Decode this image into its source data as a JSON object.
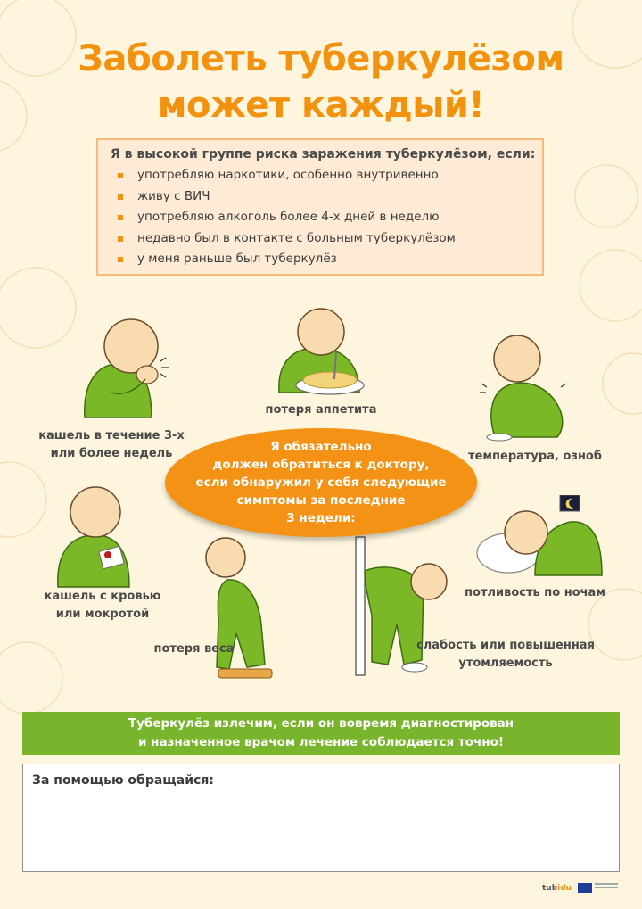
{
  "title": {
    "line1": "Заболеть туберкулёзом",
    "line2": "может каждый!"
  },
  "risk": {
    "heading": "Я в высокой группе риска заражения туберкулёзом, если:",
    "items": [
      "употребляю наркотики, особенно внутривенно",
      "живу с ВИЧ",
      "употребляю алкоголь более  4-х дней в неделю",
      "недавно был в контакте с больным туберкулёзом",
      "у меня раньше был туберкулёз"
    ]
  },
  "symptoms": {
    "cough": [
      "кашель в течение 3-х",
      "или более недель"
    ],
    "appetite": "потеря аппетита",
    "fever": "температура, озноб",
    "blood": [
      "кашель с кровью",
      "или мокротой"
    ],
    "sweat": "потливость по ночам",
    "weight": "потеря веса",
    "weakness": [
      "слабость или повышенная",
      "утомляемость"
    ]
  },
  "oval": {
    "lines": [
      "Я обязательно",
      "должен обратиться к доктору,",
      "если обнаружил у себя следующие",
      "симптомы за последние",
      "3 недели:"
    ]
  },
  "banner": {
    "line1": "Туберкулёз излечим, если он вовремя диагностирован",
    "line2": "и назначенное врачом лечение соблюдается точно!"
  },
  "contact": {
    "label": "За помощью обращайся:"
  },
  "footer": {
    "logo_part1": "tub",
    "logo_part2": "idu"
  },
  "colors": {
    "orange": "#f3920f",
    "green": "#78b52d",
    "background": "#fdf5dd",
    "box_fill": "#fdebd6",
    "box_border": "#f6b978"
  }
}
